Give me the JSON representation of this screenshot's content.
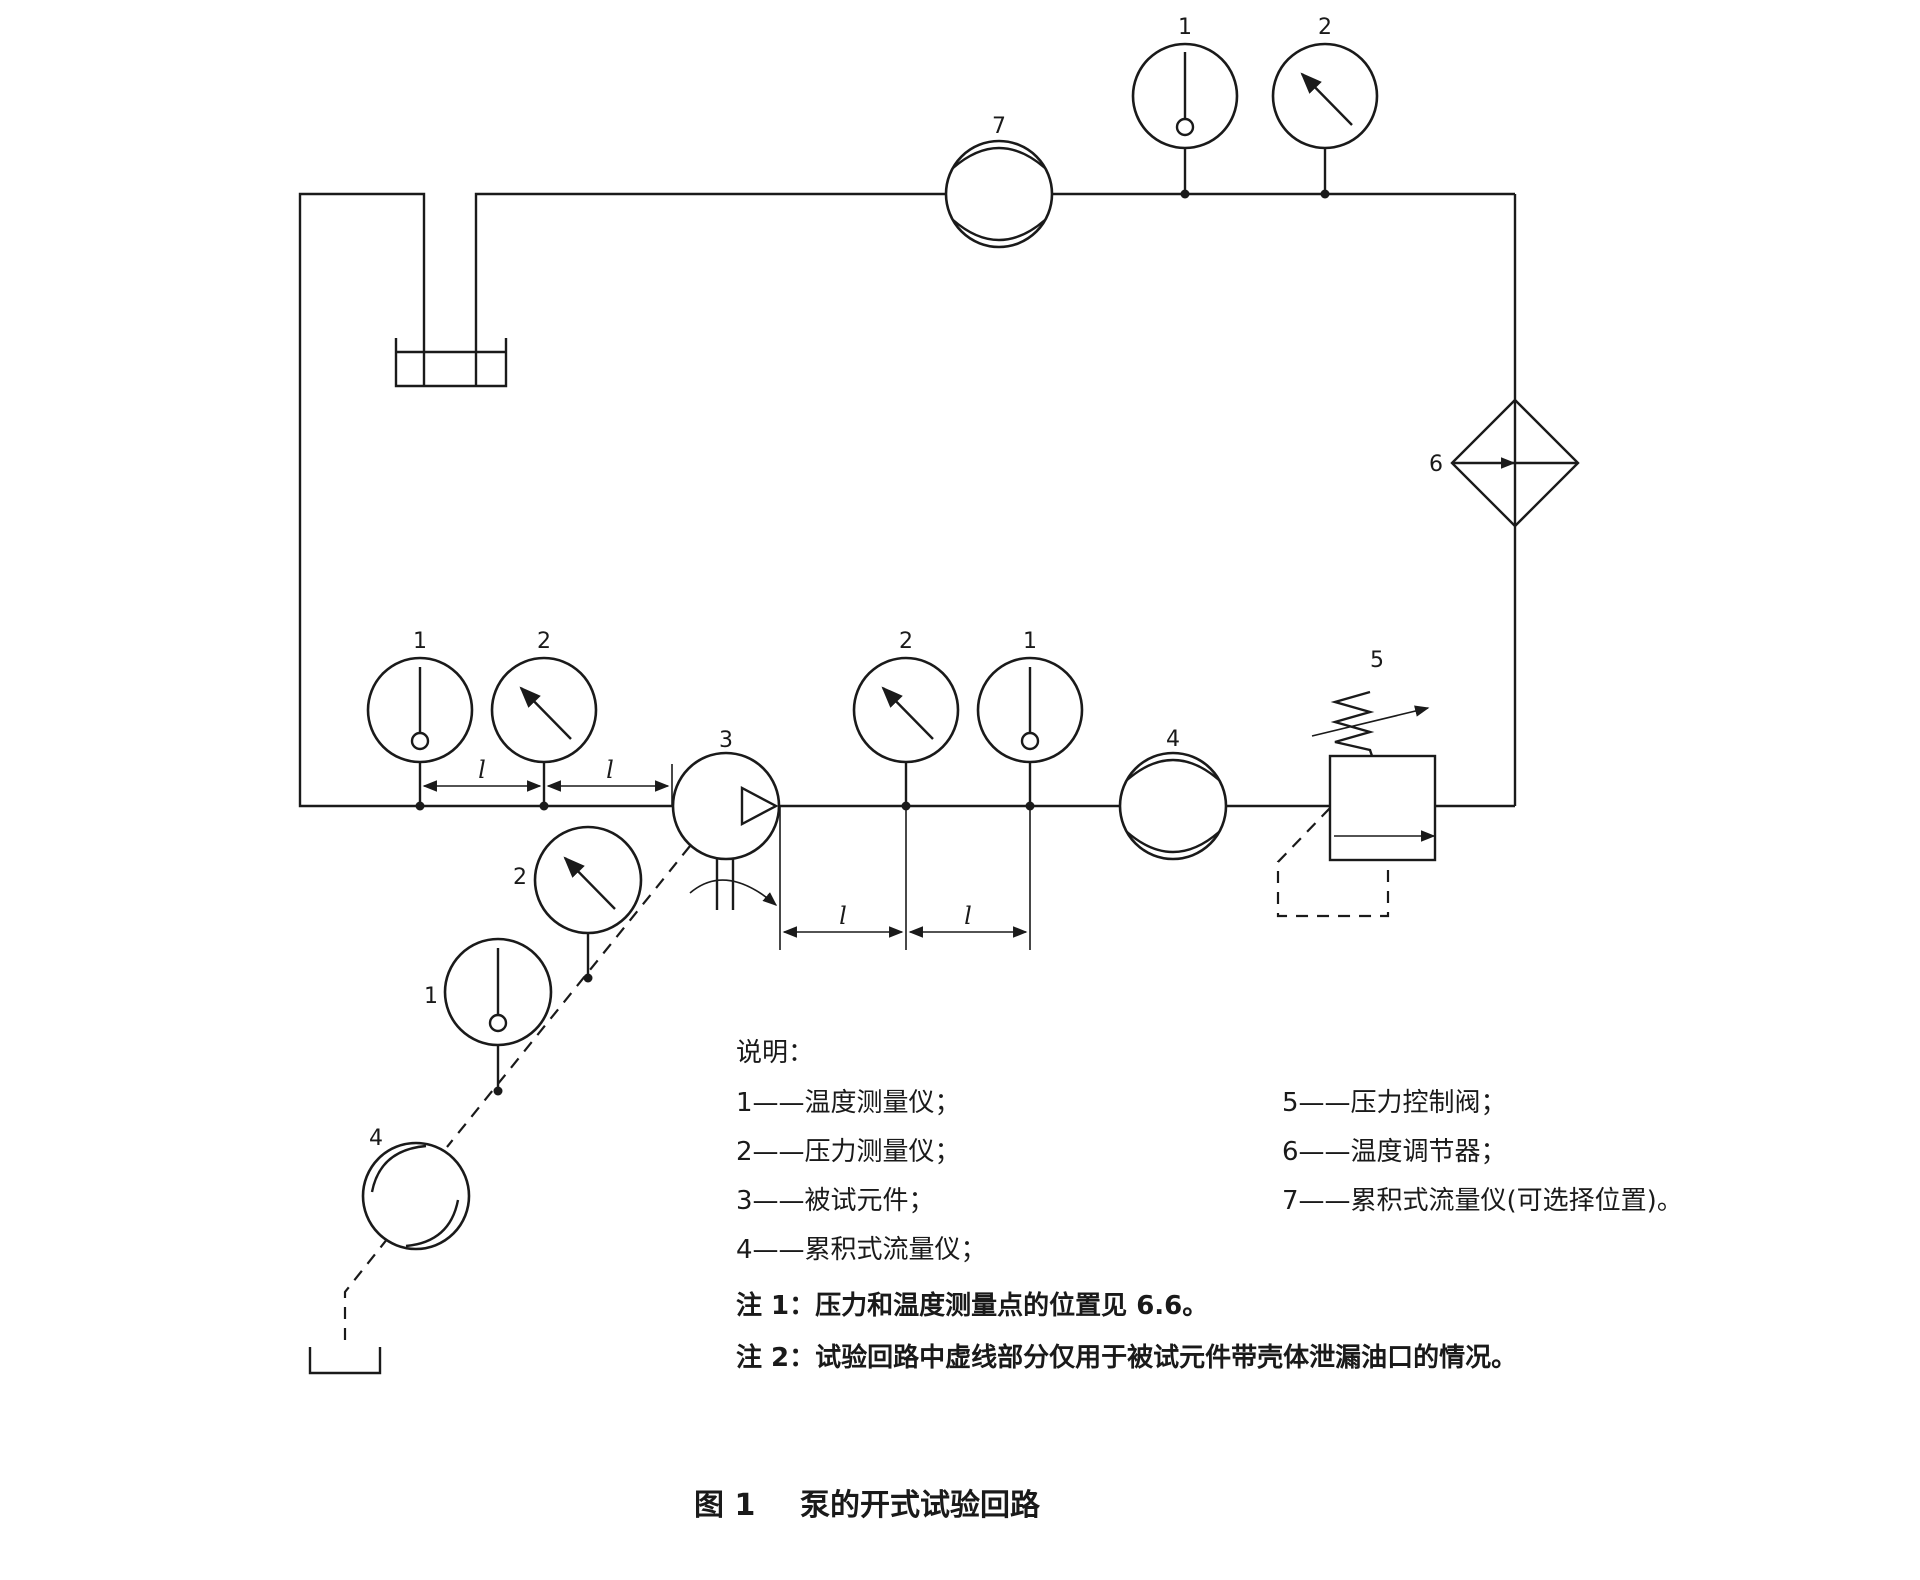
{
  "diagram": {
    "title": "泵的开式试验回路",
    "figure_label": "图 1",
    "component_numbers": {
      "top_flowmeter": "7",
      "top_thermometer": "1",
      "top_pressure_gauge": "2",
      "temp_regulator": "6",
      "pressure_valve": "5",
      "main_flowmeter": "4",
      "pump": "3",
      "inlet_thermometer": "1",
      "inlet_pressure_gauge": "2",
      "outlet_pressure_gauge": "2",
      "outlet_thermometer": "1",
      "drain_pressure_gauge": "2",
      "drain_thermometer": "1",
      "drain_flowmeter": "4"
    },
    "distance_label": "l"
  },
  "legend": {
    "heading": "说明：",
    "items": [
      "1——温度测量仪；",
      "2——压力测量仪；",
      "3——被试元件；",
      "4——累积式流量仪；",
      "5——压力控制阀；",
      "6——温度调节器；",
      "7——累积式流量仪(可选择位置)。"
    ]
  },
  "notes": [
    "注 1：压力和温度测量点的位置见 6.6。",
    "注 2：试验回路中虚线部分仅用于被试元件带壳体泄漏油口的情况。"
  ]
}
